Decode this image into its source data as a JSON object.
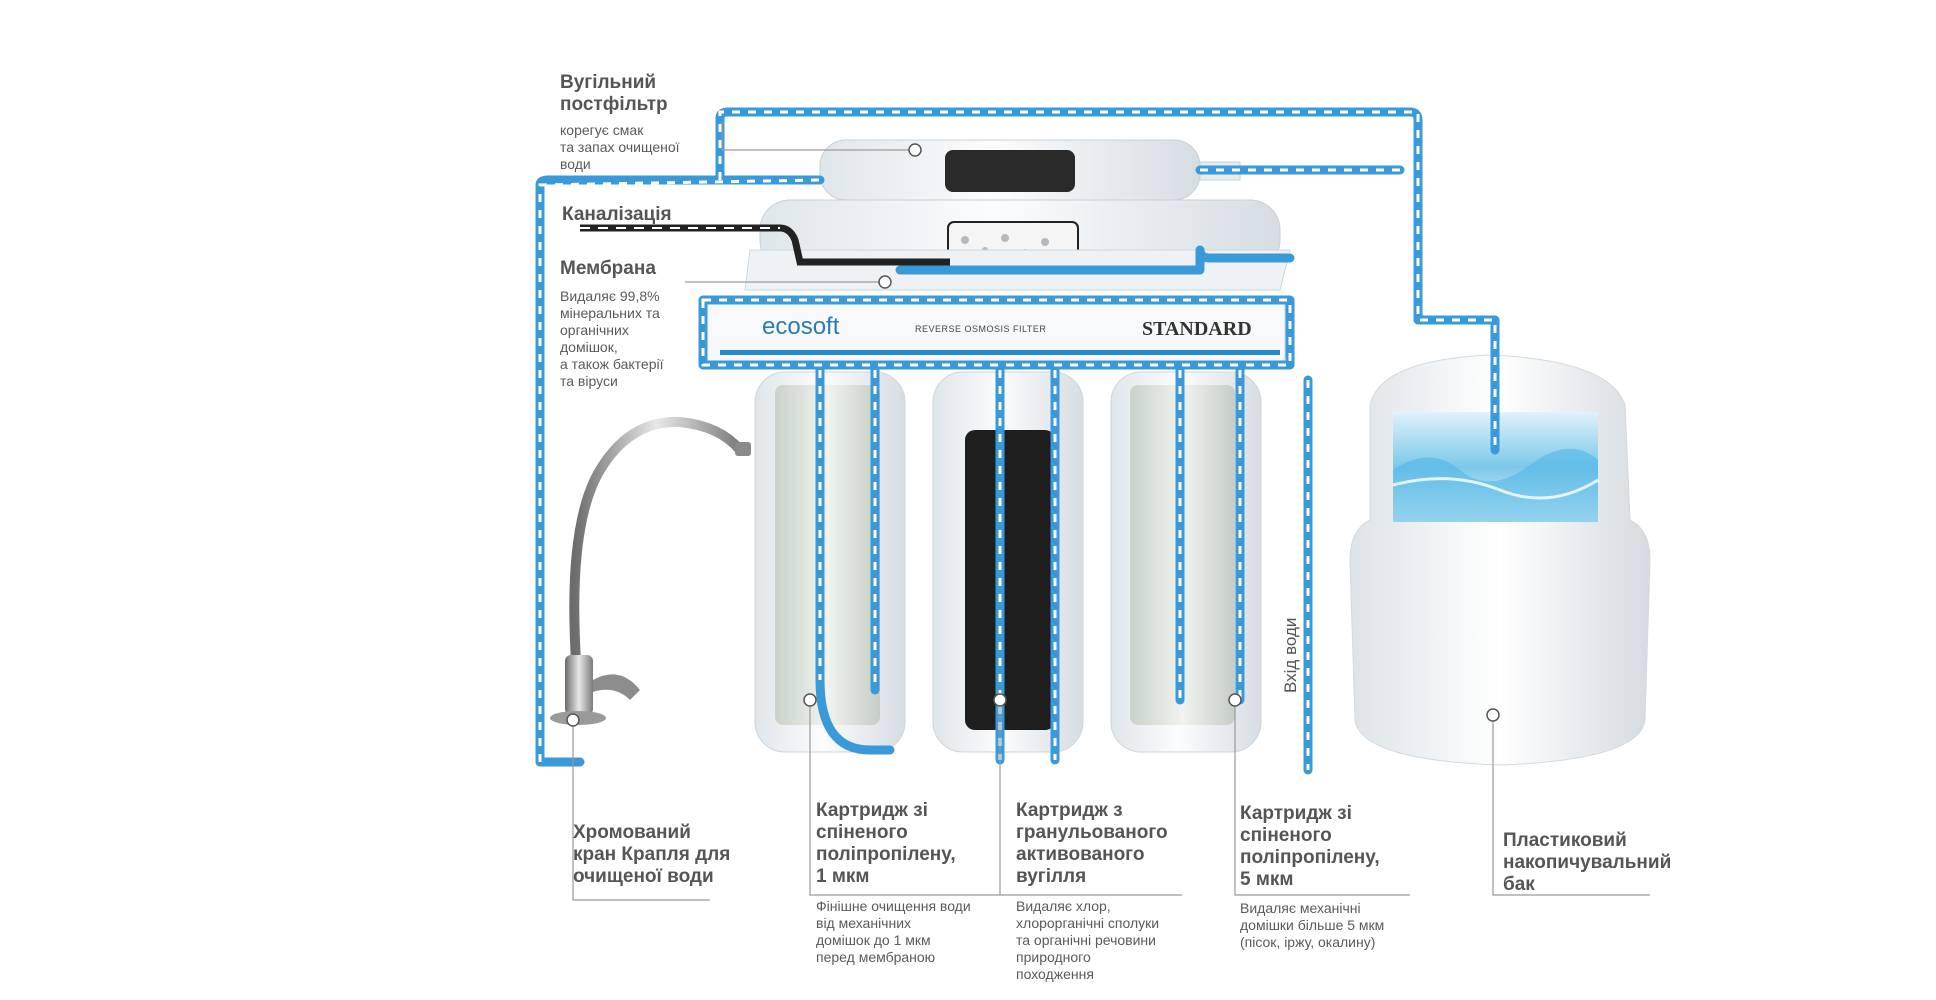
{
  "brand": {
    "logo": "ecosoft",
    "product_line": "REVERSE OSMOSIS FILTER",
    "model": "STANDARD"
  },
  "labels": {
    "postfilter": {
      "title": "Вугільний\nпостфільтр",
      "desc": "корегує смак\nта запах очищеної\nводи"
    },
    "drain": {
      "title": "Каналізація"
    },
    "membrane": {
      "title": "Мембрана",
      "desc": "Видаляє 99,8%\nмінеральних та\nорганічних\nдомішок,\nа також бактерії\nта віруси"
    },
    "faucet": {
      "title": "Хромований\nкран Крапля для\nочищеної води"
    },
    "cartridge_1mkm": {
      "title": "Картридж зі\nспіненого\nполіпропілену,\n1 мкм",
      "desc": "Фінішне очищення води\nвід механічних\nдомішок до 1 мкм\nперед мембраною"
    },
    "cartridge_carbon": {
      "title": "Картридж з\nгранульованого\nактивованого\nвугілля",
      "desc": "Видаляє хлор,\nхлорорганічні сполуки\nта органічні речовини\nприродного\nпоходження"
    },
    "cartridge_5mkm": {
      "title": "Картридж зі\nспіненого\nполіпропілену,\n5 мкм",
      "desc": "Видаляє механічні\nдомішки більше 5 мкм\n(пісок, іржу, окалину)"
    },
    "tank": {
      "title": "Пластиковий\nнакопичувальний\nбак"
    },
    "water_inlet": {
      "title": "Вхід води"
    }
  },
  "colors": {
    "water_line": "#3a9ad9",
    "drain_line": "#222222",
    "leader": "#9a9a9a",
    "housing": "#eef2f5",
    "carbon": "#1e1e1e"
  }
}
